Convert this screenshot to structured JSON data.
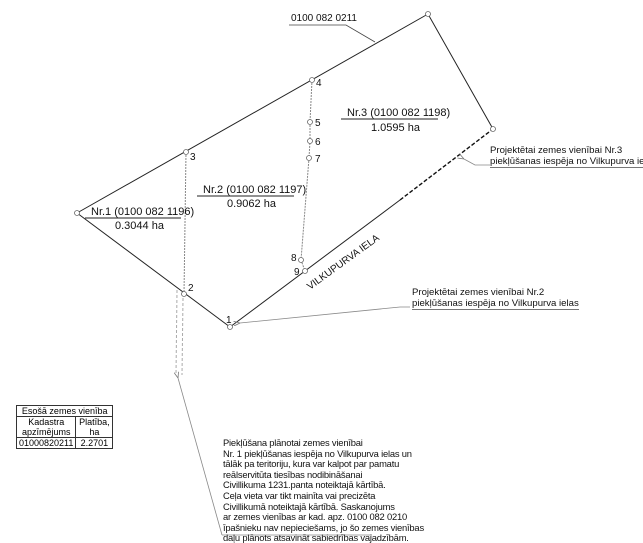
{
  "parcels": [
    {
      "label": "Nr.1 (0100 082 1196)",
      "area": "0.3044 ha"
    },
    {
      "label": "Nr.2 (0100 082 1197)",
      "area": "0.9062 ha"
    },
    {
      "label": "Nr.3 (0100 082 1198)",
      "area": "1.0595 ha"
    }
  ],
  "neighbor_parcel": "0100 082 0211",
  "street_label": "VILKUPURVA IELA",
  "points": [
    "1",
    "2",
    "3",
    "4",
    "5",
    "6",
    "7",
    "8",
    "9"
  ],
  "notes": {
    "nr3_access": [
      "Projektētai zemes vienībai Nr.3",
      "piekļūšanas iespēja no Vilkupurva ielas"
    ],
    "nr2_access": [
      "Projektētai zemes vienībai Nr.2",
      "piekļūšanas iespēja no Vilkupurva ielas"
    ],
    "nr1_access": [
      "Piekļūšana plānotai zemes vienībai",
      "Nr. 1 piekļūšanas iespēja no Vilkupurva ielas un",
      "tālāk pa teritoriju, kura var kalpot par pamatu",
      "reālservitūta tiesības nodibināšanai",
      "Civillikuma 1231.panta noteiktajā kārtībā.",
      "Ceļa vieta var tikt mainīta vai  precizēta",
      "Civillikumā noteiktajā kārtībā. Saskanojums",
      "ar zemes vienības ar kad. apz. 0100 082 0210",
      "īpašnieku nav nepieciešams, jo šo zemes vienības",
      "daļu plānots atsavināt sabiedrības vajadzībām."
    ]
  },
  "existing_table": {
    "title": "Esošā zemes vienība",
    "headers": [
      "Kadastra apzīmējums",
      "Platība, ha"
    ],
    "row": [
      "01000820211",
      "2.2701"
    ]
  }
}
